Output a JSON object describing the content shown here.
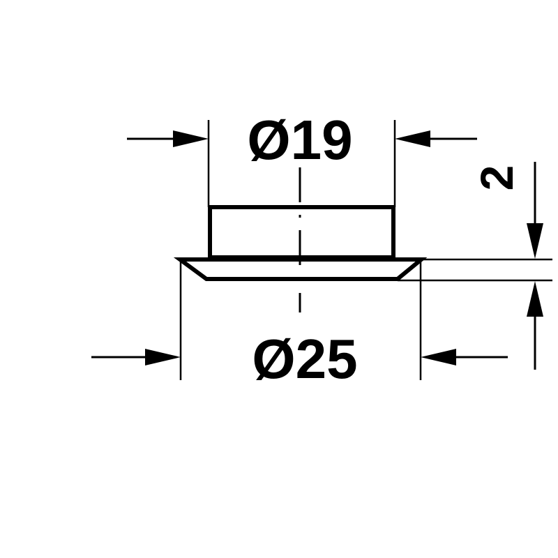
{
  "drawing": {
    "top_diameter_label": "Ø19",
    "bottom_diameter_label": "Ø25",
    "flange_thickness_label": "2"
  },
  "colors": {
    "line": "#000000",
    "background": "#ffffff"
  }
}
